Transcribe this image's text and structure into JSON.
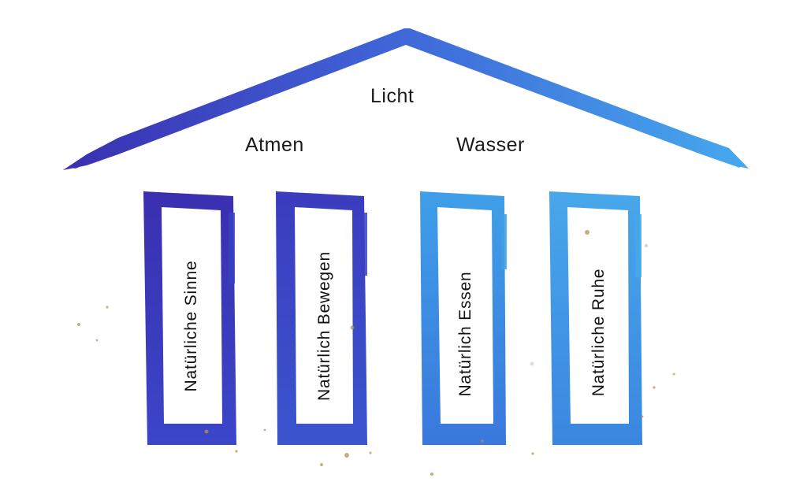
{
  "roof": {
    "top_word": "Licht",
    "left_word": "Atmen",
    "right_word": "Wasser"
  },
  "pillars": [
    {
      "label": "Natürliche Sinne"
    },
    {
      "label": "Natürlich Bewegen"
    },
    {
      "label": "Natürlich Essen"
    },
    {
      "label": "Natürliche Ruhe"
    }
  ],
  "colors": {
    "deep_indigo": "#3a2fb0",
    "royal_blue": "#3b55cf",
    "sky_blue": "#3f9fe8",
    "light_blue": "#48a7ea",
    "speckle_gold": "#b8924a"
  }
}
